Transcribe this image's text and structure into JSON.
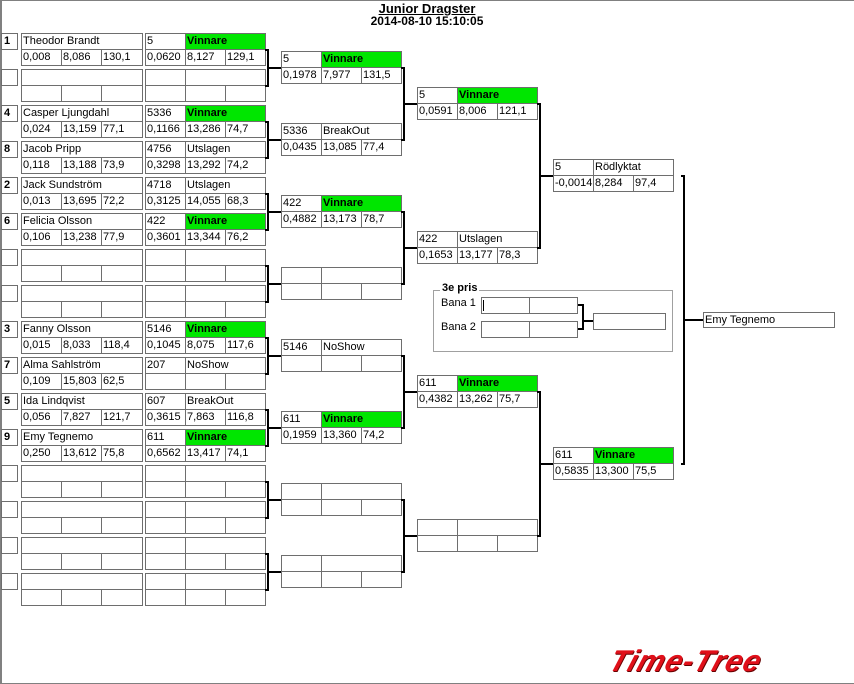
{
  "header": {
    "title": "Junior Dragster",
    "datetime": "2014-08-10 15:10:05"
  },
  "qualifying": [
    {
      "seed": "1",
      "name": "Theodor Brandt",
      "rt": "0,008",
      "et": "8,086",
      "speed": "130,1"
    },
    {
      "seed": "",
      "name": "",
      "rt": "",
      "et": "",
      "speed": ""
    },
    {
      "seed": "4",
      "name": "Casper Ljungdahl",
      "rt": "0,024",
      "et": "13,159",
      "speed": "77,1"
    },
    {
      "seed": "8",
      "name": "Jacob Pripp",
      "rt": "0,118",
      "et": "13,188",
      "speed": "73,9"
    },
    {
      "seed": "2",
      "name": "Jack Sundström",
      "rt": "0,013",
      "et": "13,695",
      "speed": "72,2"
    },
    {
      "seed": "6",
      "name": "Felicia Olsson",
      "rt": "0,106",
      "et": "13,238",
      "speed": "77,9"
    },
    {
      "seed": "",
      "name": "",
      "rt": "",
      "et": "",
      "speed": ""
    },
    {
      "seed": "",
      "name": "",
      "rt": "",
      "et": "",
      "speed": ""
    },
    {
      "seed": "3",
      "name": "Fanny Olsson",
      "rt": "0,015",
      "et": "8,033",
      "speed": "118,4"
    },
    {
      "seed": "7",
      "name": "Alma  Sahlström",
      "rt": "0,109",
      "et": "15,803",
      "speed": "62,5"
    },
    {
      "seed": "5",
      "name": "Ida Lindqvist",
      "rt": "0,056",
      "et": "7,827",
      "speed": "121,7"
    },
    {
      "seed": "9",
      "name": "Emy Tegnemo",
      "rt": "0,250",
      "et": "13,612",
      "speed": "75,8"
    },
    {
      "seed": "",
      "name": "",
      "rt": "",
      "et": "",
      "speed": ""
    },
    {
      "seed": "",
      "name": "",
      "rt": "",
      "et": "",
      "speed": ""
    },
    {
      "seed": "",
      "name": "",
      "rt": "",
      "et": "",
      "speed": ""
    },
    {
      "seed": "",
      "name": "",
      "rt": "",
      "et": "",
      "speed": ""
    }
  ],
  "round1": [
    {
      "num": "5",
      "result": "Vinnare",
      "win": true,
      "rt": "0,0620",
      "et": "8,127",
      "speed": "129,1"
    },
    {
      "num": "",
      "result": "",
      "win": false,
      "rt": "",
      "et": "",
      "speed": ""
    },
    {
      "num": "5336",
      "result": "Vinnare",
      "win": true,
      "rt": "0,1166",
      "et": "13,286",
      "speed": "74,7"
    },
    {
      "num": "4756",
      "result": "Utslagen",
      "win": false,
      "rt": "0,3298",
      "et": "13,292",
      "speed": "74,2"
    },
    {
      "num": "4718",
      "result": "Utslagen",
      "win": false,
      "rt": "0,3125",
      "et": "14,055",
      "speed": "68,3"
    },
    {
      "num": "422",
      "result": "Vinnare",
      "win": true,
      "rt": "0,3601",
      "et": "13,344",
      "speed": "76,2"
    },
    {
      "num": "",
      "result": "",
      "win": false,
      "rt": "",
      "et": "",
      "speed": ""
    },
    {
      "num": "",
      "result": "",
      "win": false,
      "rt": "",
      "et": "",
      "speed": ""
    },
    {
      "num": "5146",
      "result": "Vinnare",
      "win": true,
      "rt": "0,1045",
      "et": "8,075",
      "speed": "117,6"
    },
    {
      "num": "207",
      "result": "NoShow",
      "win": false,
      "rt": "",
      "et": "",
      "speed": ""
    },
    {
      "num": "607",
      "result": "BreakOut",
      "win": false,
      "rt": "0,3615",
      "et": "7,863",
      "speed": "116,8"
    },
    {
      "num": "611",
      "result": "Vinnare",
      "win": true,
      "rt": "0,6562",
      "et": "13,417",
      "speed": "74,1"
    },
    {
      "num": "",
      "result": "",
      "win": false,
      "rt": "",
      "et": "",
      "speed": ""
    },
    {
      "num": "",
      "result": "",
      "win": false,
      "rt": "",
      "et": "",
      "speed": ""
    },
    {
      "num": "",
      "result": "",
      "win": false,
      "rt": "",
      "et": "",
      "speed": ""
    },
    {
      "num": "",
      "result": "",
      "win": false,
      "rt": "",
      "et": "",
      "speed": ""
    }
  ],
  "round2": [
    {
      "num": "5",
      "result": "Vinnare",
      "win": true,
      "rt": "0,1978",
      "et": "7,977",
      "speed": "131,5"
    },
    {
      "num": "5336",
      "result": "BreakOut",
      "win": false,
      "rt": "0,0435",
      "et": "13,085",
      "speed": "77,4"
    },
    {
      "num": "422",
      "result": "Vinnare",
      "win": true,
      "rt": "0,4882",
      "et": "13,173",
      "speed": "78,7"
    },
    {
      "num": "",
      "result": "",
      "win": false,
      "rt": "",
      "et": "",
      "speed": ""
    },
    {
      "num": "5146",
      "result": "NoShow",
      "win": false,
      "rt": "",
      "et": "",
      "speed": ""
    },
    {
      "num": "611",
      "result": "Vinnare",
      "win": true,
      "rt": "0,1959",
      "et": "13,360",
      "speed": "74,2"
    },
    {
      "num": "",
      "result": "",
      "win": false,
      "rt": "",
      "et": "",
      "speed": ""
    },
    {
      "num": "",
      "result": "",
      "win": false,
      "rt": "",
      "et": "",
      "speed": ""
    }
  ],
  "round3": [
    {
      "num": "5",
      "result": "Vinnare",
      "win": true,
      "rt": "0,0591",
      "et": "8,006",
      "speed": "121,1"
    },
    {
      "num": "422",
      "result": "Utslagen",
      "win": false,
      "rt": "0,1653",
      "et": "13,177",
      "speed": "78,3"
    },
    {
      "num": "611",
      "result": "Vinnare",
      "win": true,
      "rt": "0,4382",
      "et": "13,262",
      "speed": "75,7"
    },
    {
      "num": "",
      "result": "",
      "win": false,
      "rt": "",
      "et": "",
      "speed": ""
    }
  ],
  "round4": [
    {
      "num": "5",
      "result": "Rödlyktat",
      "win": false,
      "rt": "-0,0014",
      "et": "8,284",
      "speed": "97,4"
    },
    {
      "num": "611",
      "result": "Vinnare",
      "win": true,
      "rt": "0,5835",
      "et": "13,300",
      "speed": "75,5"
    }
  ],
  "final": {
    "winner": "Emy Tegnemo"
  },
  "third_place": {
    "title": "3e pris",
    "lanes": [
      {
        "label": "Bana 1",
        "a": "",
        "b": ""
      },
      {
        "label": "Bana 2",
        "a": "",
        "b": ""
      }
    ],
    "result": ""
  },
  "logo": {
    "text": "Time-Tree",
    "color": "#e0101a"
  },
  "colors": {
    "winner": "#00e600"
  }
}
